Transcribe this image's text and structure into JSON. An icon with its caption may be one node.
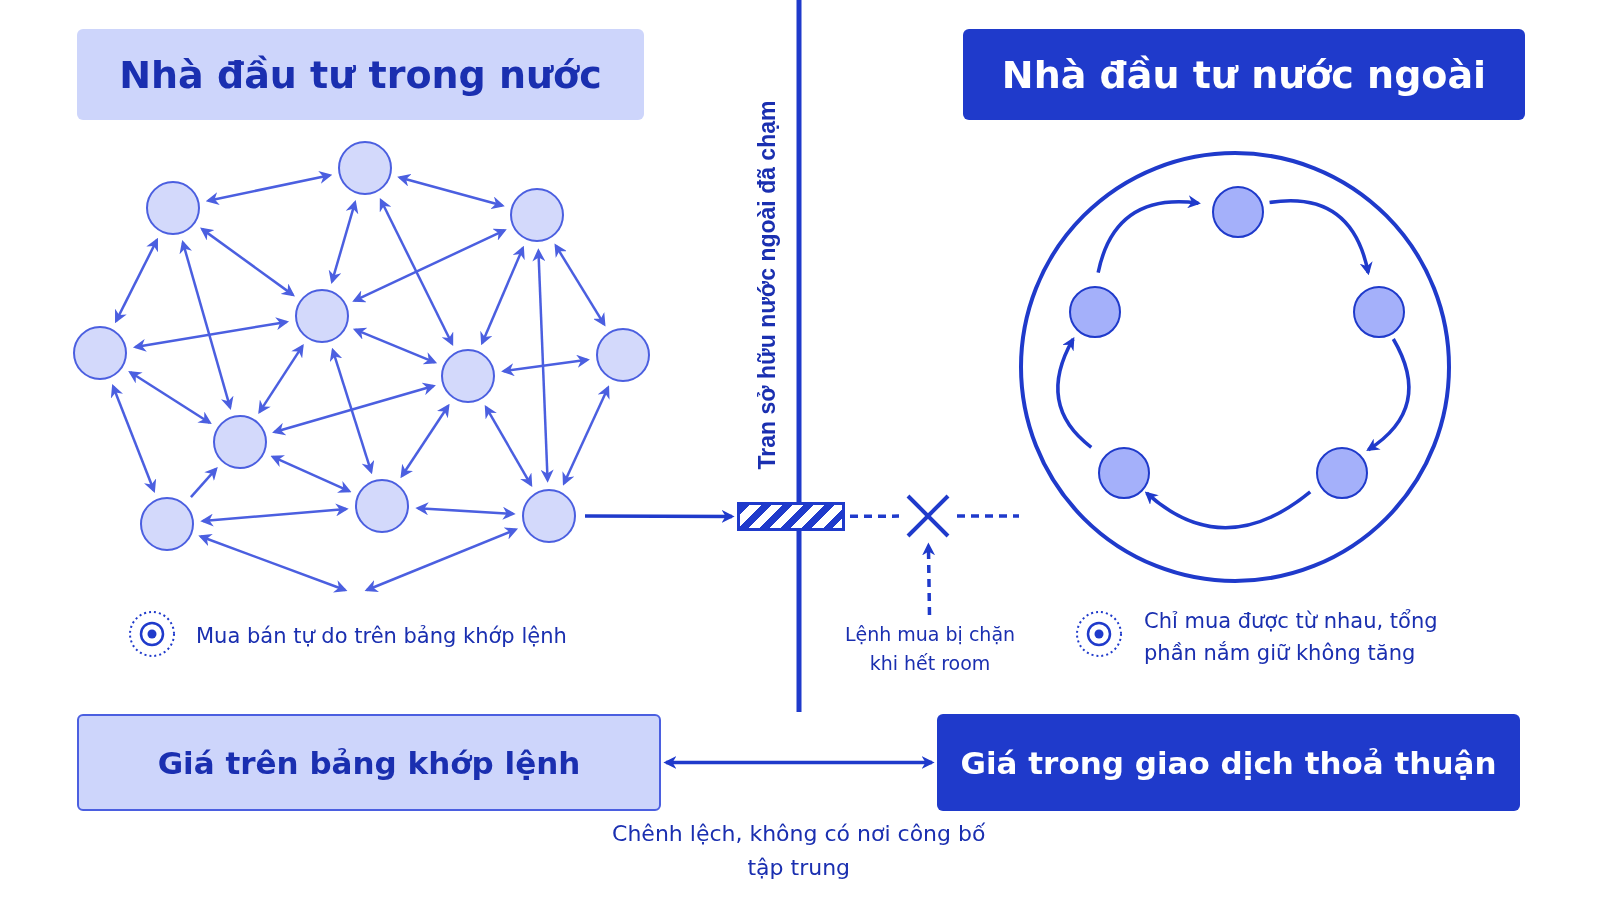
{
  "diagram": {
    "nodes": [
      {
        "text": [
          "Nhà đầu tư trong nước"
        ]
      },
      {
        "text": [
          "Nhà đầu tư nước ngoài"
        ]
      },
      {
        "text": [],
        "shape": "circle"
      },
      {
        "text": [],
        "shape": "circle"
      },
      {
        "text": [],
        "shape": "circle"
      },
      {
        "text": [],
        "shape": "circle"
      },
      {
        "text": [],
        "shape": "circle"
      },
      {
        "text": [],
        "shape": "circle"
      },
      {
        "text": [],
        "shape": "circle"
      },
      {
        "text": [],
        "shape": "circle"
      },
      {
        "text": [],
        "shape": "circle"
      },
      {
        "text": [],
        "shape": "circle"
      },
      {
        "text": [],
        "shape": "circle"
      },
      {
        "text": [],
        "shape": "bar",
        "beside": [
          "Tran sở hữu nước ngoài đã chạm"
        ]
      },
      {
        "text": [],
        "shape": "cross"
      },
      {
        "text": [
          "Lệnh mua bị chặn khi hết room"
        ]
      },
      {
        "text": [],
        "shape": "circle"
      },
      {
        "text": [],
        "shape": "circle",
        "in": 16
      },
      {
        "text": [],
        "shape": "circle",
        "in": 16
      },
      {
        "text": [],
        "shape": "circle",
        "in": 16
      },
      {
        "text": [],
        "shape": "circle",
        "in": 16
      },
      {
        "text": [],
        "shape": "circle",
        "in": 16
      },
      {
        "text": [
          "Giá trên bảng khớp lệnh"
        ]
      },
      {
        "text": [
          "Giá trong giao dịch thoả thuận"
        ]
      }
    ],
    "edges": [
      {
        "from": 2,
        "to": 3,
        "arrow": "both"
      },
      {
        "from": 3,
        "to": 4,
        "arrow": "both"
      },
      {
        "from": 2,
        "to": 5,
        "arrow": "both"
      },
      {
        "from": 2,
        "to": 6,
        "arrow": "both"
      },
      {
        "from": 2,
        "to": 9,
        "arrow": "both"
      },
      {
        "from": 3,
        "to": 6,
        "arrow": "both"
      },
      {
        "from": 3,
        "to": 7,
        "arrow": "both"
      },
      {
        "from": 4,
        "to": 6,
        "arrow": "both"
      },
      {
        "from": 4,
        "to": 7,
        "arrow": "both"
      },
      {
        "from": 4,
        "to": 8,
        "arrow": "both"
      },
      {
        "from": 4,
        "to": 12,
        "arrow": "both"
      },
      {
        "from": 5,
        "to": 6,
        "arrow": "both"
      },
      {
        "from": 5,
        "to": 9,
        "arrow": "both"
      },
      {
        "from": 5,
        "to": 10,
        "arrow": "both"
      },
      {
        "from": 6,
        "to": 9,
        "arrow": "both"
      },
      {
        "from": 6,
        "to": 7,
        "arrow": "both"
      },
      {
        "from": 6,
        "to": 11,
        "arrow": "both"
      },
      {
        "from": 7,
        "to": 8,
        "arrow": "both"
      },
      {
        "from": 7,
        "to": 9,
        "arrow": "both"
      },
      {
        "from": 7,
        "to": 11,
        "arrow": "both"
      },
      {
        "from": 7,
        "to": 12,
        "arrow": "both"
      },
      {
        "from": 8,
        "to": 12,
        "arrow": "both"
      },
      {
        "from": 9,
        "to": 11,
        "arrow": "both"
      },
      {
        "from": 10,
        "to": 9,
        "arrow": "to"
      },
      {
        "from": 10,
        "to": 11,
        "arrow": "both"
      },
      {
        "from": 11,
        "to": 12,
        "arrow": "both"
      },
      {
        "from": 10,
        "to": null,
        "arrow": "both"
      },
      {
        "from": null,
        "to": 12,
        "arrow": "both"
      },
      {
        "from": 12,
        "to": 13,
        "arrow": "to",
        "color": "#1f3acb"
      },
      {
        "from": 13,
        "to": 14,
        "arrow": "none",
        "style": "dashed",
        "color": "#1f3acb"
      },
      {
        "from": 14,
        "to": 16,
        "arrow": "none",
        "style": "dashed",
        "color": "#1f3acb"
      },
      {
        "from": 15,
        "to": 14,
        "arrow": "to",
        "style": "dashed",
        "color": "#1f3acb"
      },
      {
        "from": 17,
        "to": 19,
        "arrow": "to",
        "color": "#1f3acb"
      },
      {
        "from": 19,
        "to": 21,
        "arrow": "to",
        "color": "#1f3acb"
      },
      {
        "from": 21,
        "to": 20,
        "arrow": "to",
        "color": "#1f3acb"
      },
      {
        "from": 20,
        "to": 18,
        "arrow": "to",
        "color": "#1f3acb"
      },
      {
        "from": 18,
        "to": 17,
        "arrow": "to",
        "color": "#1f3acb"
      },
      {
        "from": 22,
        "to": 23,
        "arrow": "both",
        "label": "Chênh lệch, không có nơi công bố tập trung",
        "color": "#1f3acb"
      }
    ],
    "labels": [
      "Mua bán tự do trên bảng khớp lệnh",
      "Chỉ mua được từ nhau, tổng phần nắm giữ không tăng"
    ]
  }
}
